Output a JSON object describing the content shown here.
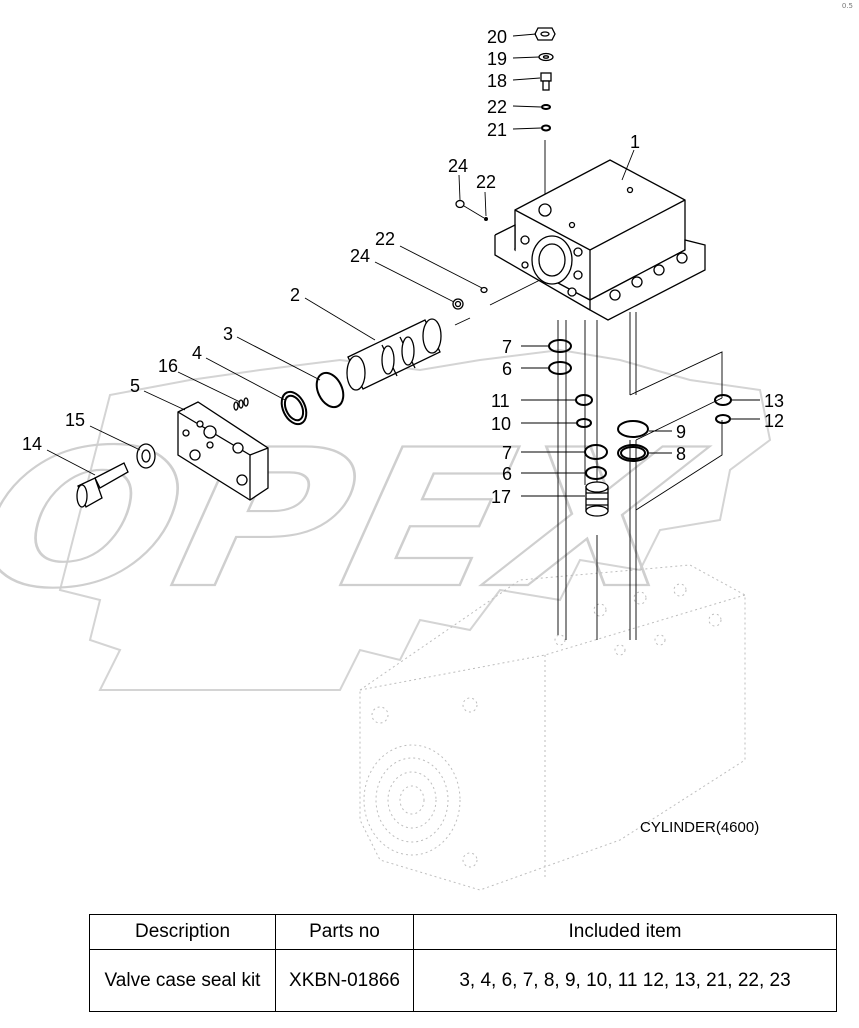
{
  "watermark": "OPEX",
  "corner_mark": "0.5",
  "callouts": [
    "20",
    "19",
    "18",
    "22",
    "21",
    "1",
    "24",
    "22",
    "22",
    "24",
    "2",
    "3",
    "4",
    "16",
    "5",
    "15",
    "14",
    "7",
    "6",
    "11",
    "10",
    "7",
    "6",
    "17",
    "9",
    "8",
    "13",
    "12"
  ],
  "caption": "CYLINDER(4600)",
  "table": {
    "headers": [
      "Description",
      "Parts no",
      "Included item"
    ],
    "rows": [
      [
        "Valve case seal kit",
        "XKBN-01866",
        "3, 4, 6, 7, 8, 9, 10, 11 12, 13, 21, 22, 23"
      ]
    ]
  }
}
